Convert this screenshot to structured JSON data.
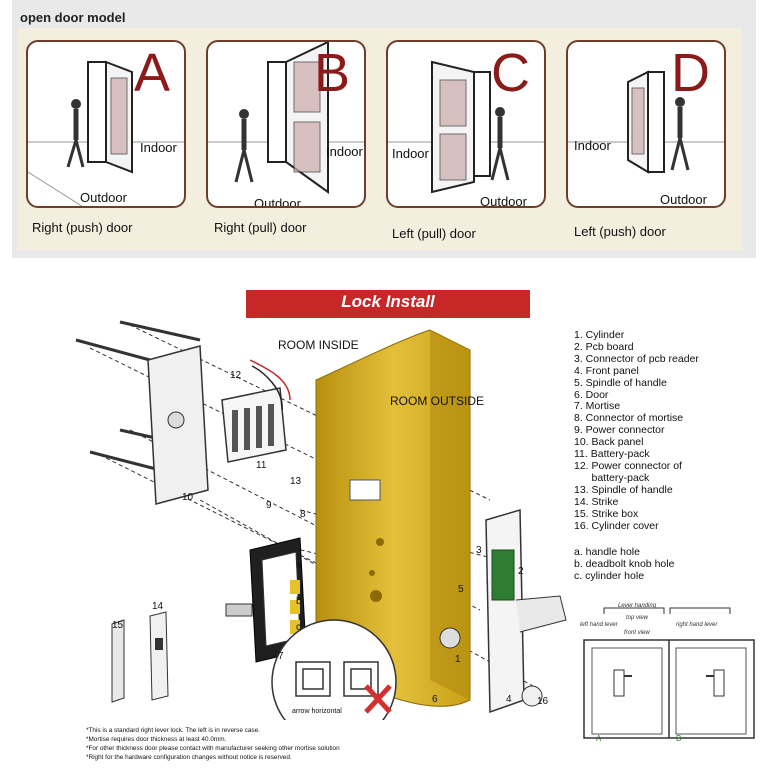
{
  "door_models": {
    "title": "open door model",
    "cards": [
      {
        "letter": "A",
        "label_left": "",
        "label_right": "Indoor",
        "label_bottom": "Outdoor",
        "caption": "Right (push) door"
      },
      {
        "letter": "B",
        "label_left": "",
        "label_right": "Indoor",
        "label_bottom": "Outdoor",
        "caption": "Right (pull) door"
      },
      {
        "letter": "C",
        "label_left": "Indoor",
        "label_right": "",
        "label_bottom": "Outdoor",
        "caption": "Left (pull) door"
      },
      {
        "letter": "D",
        "label_left": "Indoor",
        "label_right": "",
        "label_bottom": "Outdoor",
        "caption": "Left (push) door"
      }
    ]
  },
  "lock_install": {
    "title": "Lock Install",
    "room_inside": "ROOM INSIDE",
    "room_outside": "ROOM OUTSIDE",
    "parts": [
      "1. Cylinder",
      "2. Pcb board",
      "3. Connector of pcb reader",
      "4. Front panel",
      "5. Spindle of handle",
      "6. Door",
      "7. Mortise",
      "8. Connector of mortise",
      "9. Power connector",
      "10. Back panel",
      "11. Battery-pack",
      "12. Power connector of",
      "      battery-pack",
      "13. Spindle of handle",
      "14. Strike",
      "15. Strike box",
      "16. Cylinder cover"
    ],
    "holes": [
      "a. handle hole",
      "b. deadbolt knob hole",
      "c. cylinder hole"
    ],
    "callout_numbers": [
      "1",
      "2",
      "3",
      "4",
      "5",
      "6",
      "7",
      "8",
      "9",
      "10",
      "11",
      "12",
      "13",
      "14",
      "15",
      "16"
    ],
    "hole_letters": [
      "a",
      "b",
      "c"
    ],
    "arrow_caption": "arrow horizontal",
    "top_view": {
      "lever_handing": "Lever handing",
      "top_view": "top view",
      "left_hand_lever": "left hand lever",
      "right_hand_lever": "right hand lever",
      "front_view": "front view",
      "label_a": "A",
      "label_b": "B"
    },
    "notes": [
      "*This is a standard right lever lock. The left is in reverse case.",
      "*Mortise requires door thickness at least 40.0mm.",
      "*For other thickness door please contact with manufacturer seeking other mortise solution",
      "*Right for the hardware configuration changes without notice is reserved."
    ]
  },
  "colors": {
    "accent_red": "#c62828",
    "letter_red": "#8b1a1a",
    "door_gold": "#d4ac1c",
    "card_border": "#6e3e2a",
    "panel_bg": "#f3eedd"
  }
}
